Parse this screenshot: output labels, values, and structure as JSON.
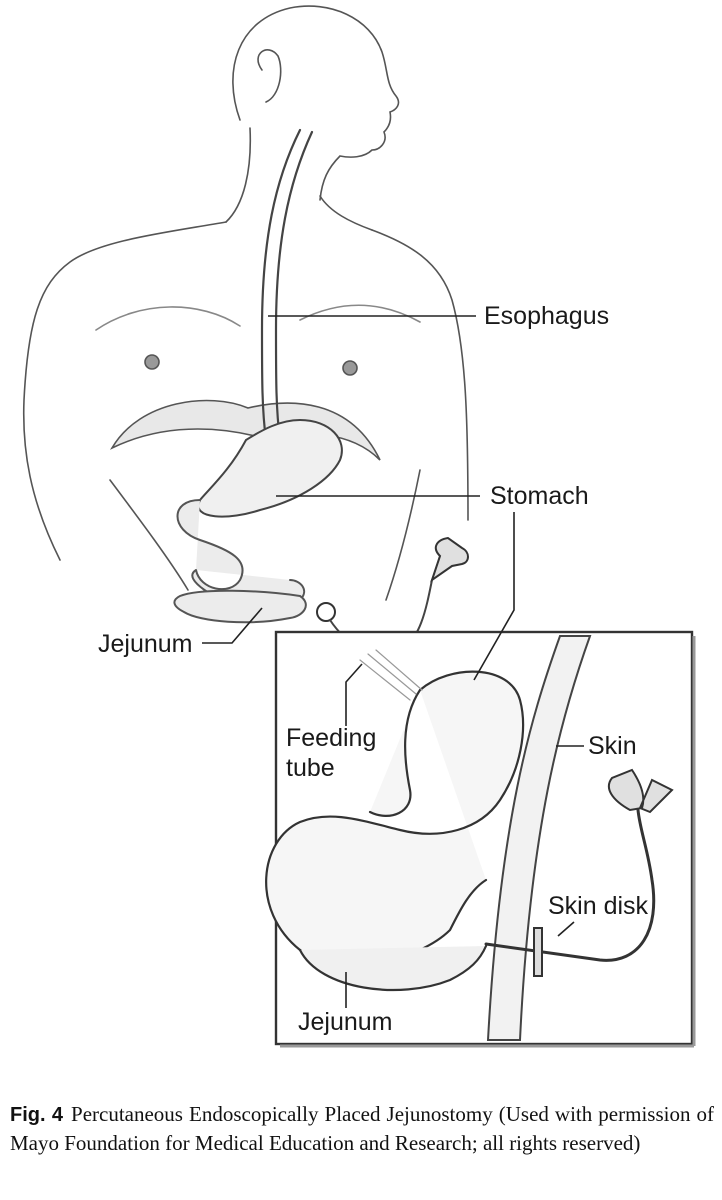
{
  "labels": {
    "esophagus": "Esophagus",
    "stomach": "Stomach",
    "jejunum_top": "Jejunum",
    "feeding_line1": "Feeding",
    "feeding_line2": "tube",
    "skin": "Skin",
    "skin_disk": "Skin disk",
    "jejunum_bottom": "Jejunum"
  },
  "caption": {
    "figure_number": "Fig. 4",
    "text": "Percutaneous Endoscopically Placed Jejunostomy (Used with permission of Mayo Foundation for Medical Education and Research; all rights reserved)"
  }
}
